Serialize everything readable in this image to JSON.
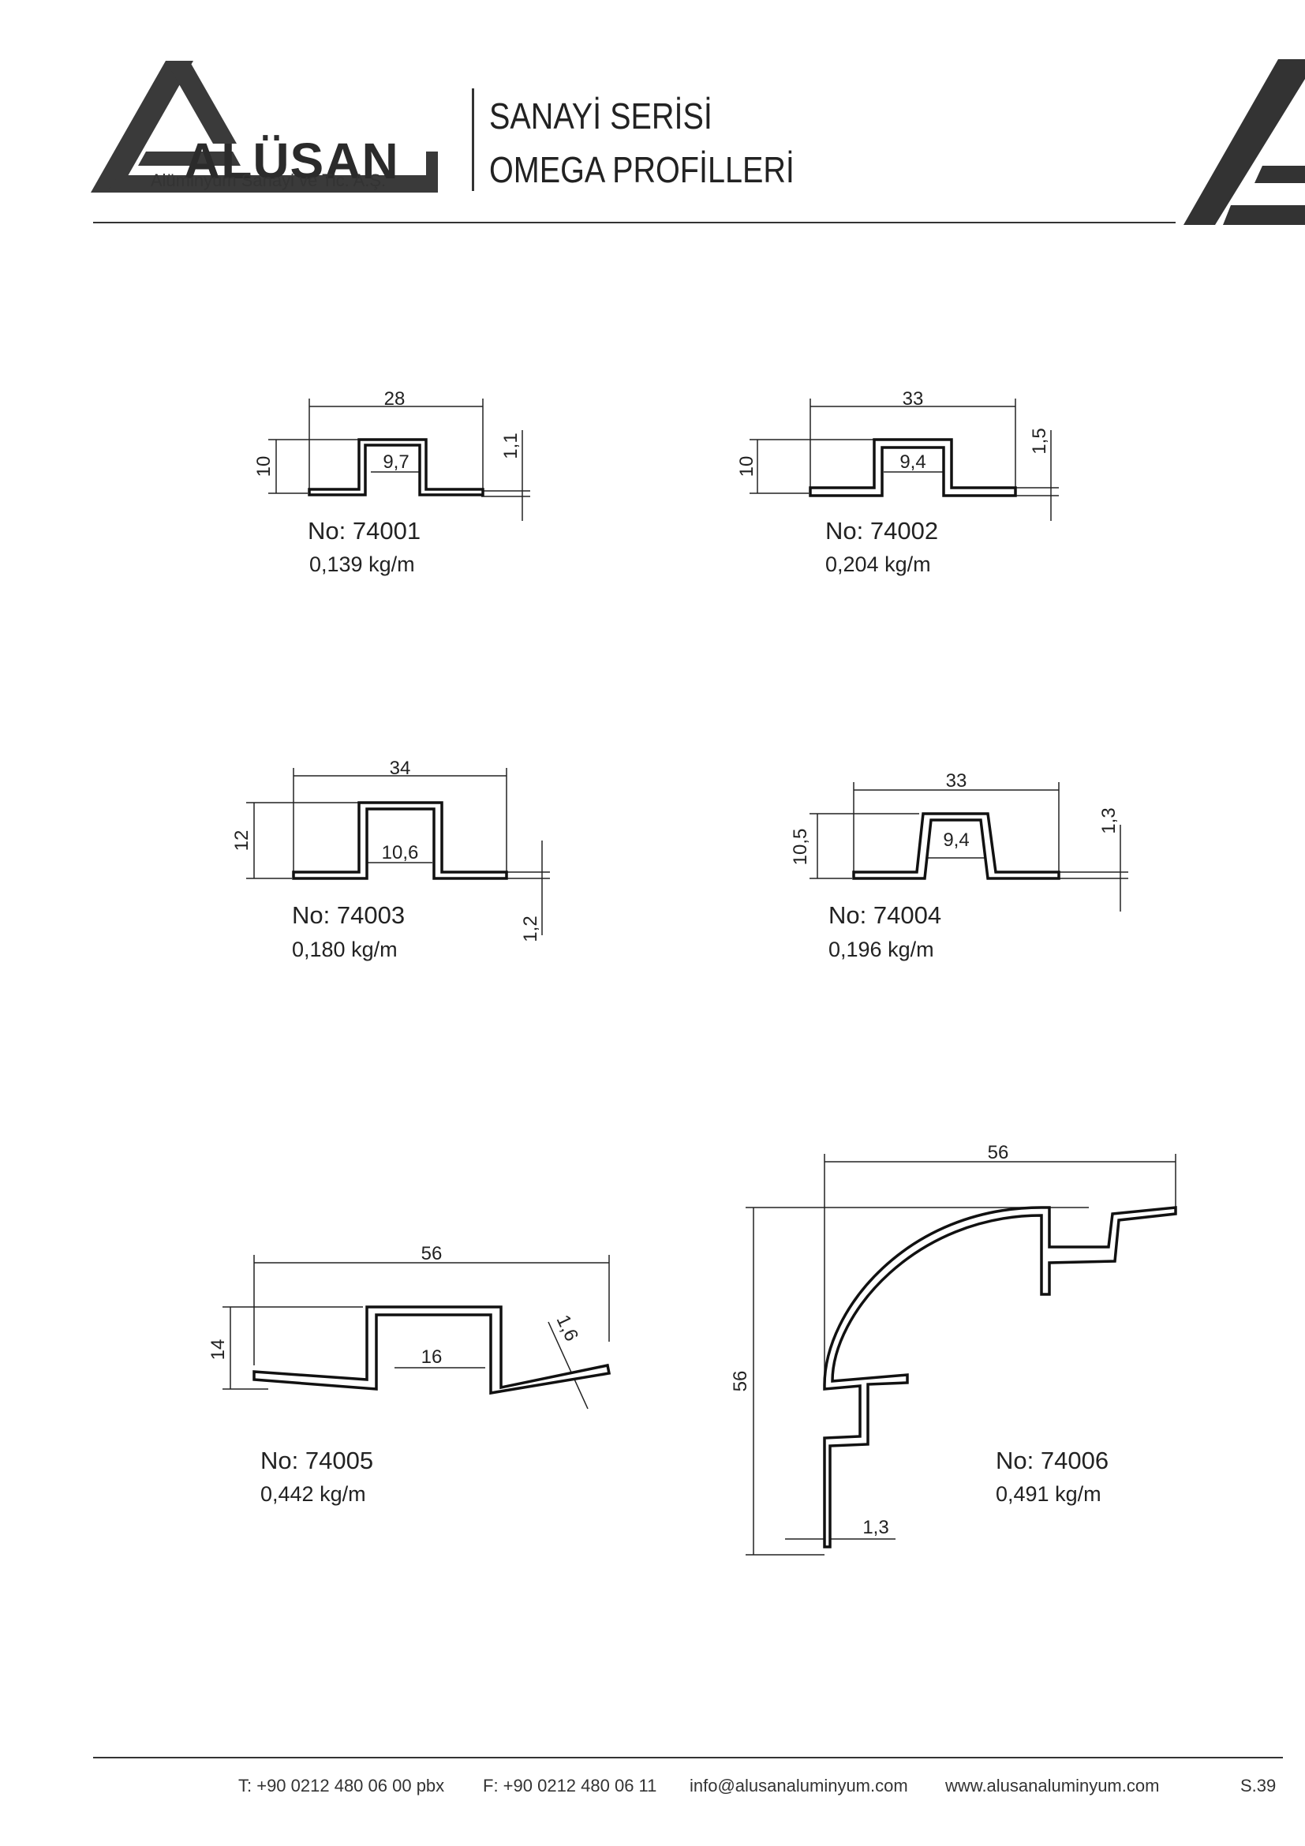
{
  "header": {
    "company": "ALÜSAN",
    "company_subtitle": "Alüminyum Sanayi ve Tic. A.Ş.",
    "series_line1": "SANAYİ SERİSİ",
    "series_line2": "OMEGA PROFİLLERİ"
  },
  "profiles": [
    {
      "no": "No: 74001",
      "weight": "0,139 kg/m",
      "dims": {
        "width": "28",
        "inner": "9,7",
        "height": "10",
        "thickness": "1,1"
      }
    },
    {
      "no": "No: 74002",
      "weight": "0,204 kg/m",
      "dims": {
        "width": "33",
        "inner": "9,4",
        "height": "10",
        "thickness": "1,5"
      }
    },
    {
      "no": "No: 74003",
      "weight": "0,180 kg/m",
      "dims": {
        "width": "34",
        "inner": "10,6",
        "height": "12",
        "thickness": "1,2"
      }
    },
    {
      "no": "No: 74004",
      "weight": "0,196 kg/m",
      "dims": {
        "width": "33",
        "inner": "9,4",
        "height": "10,5",
        "thickness": "1,3"
      }
    },
    {
      "no": "No: 74005",
      "weight": "0,442 kg/m",
      "dims": {
        "width": "56",
        "inner": "16",
        "height": "14",
        "thickness": "1,6"
      }
    },
    {
      "no": "No: 74006",
      "weight": "0,491 kg/m",
      "dims": {
        "width": "56",
        "height": "56",
        "thickness": "1,3"
      }
    }
  ],
  "footer": {
    "phone": "T: +90 0212 480 06 00 pbx",
    "fax": "F: +90 0212 480 06 11",
    "email": "info@alusanaluminyum.com",
    "web": "www.alusanaluminyum.com",
    "page": "S.39"
  }
}
